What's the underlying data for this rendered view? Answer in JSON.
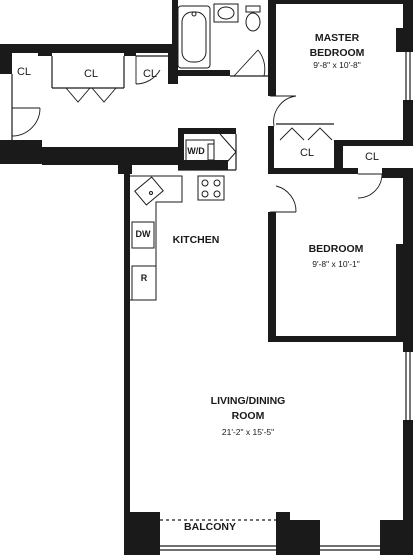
{
  "rooms": {
    "master_bedroom": {
      "name_line1": "MASTER",
      "name_line2": "BEDROOM",
      "dims": "9'-8\" x 10'-8\""
    },
    "bedroom": {
      "name": "BEDROOM",
      "dims": "9'-8\" x 10'-1\""
    },
    "kitchen": {
      "name": "KITCHEN"
    },
    "living_dining": {
      "name_line1": "LIVING/DINING",
      "name_line2": "ROOM",
      "dims": "21'-2\" x 15'-5\""
    },
    "balcony": {
      "name": "BALCONY"
    }
  },
  "closets": {
    "label": "CL"
  },
  "fixtures": {
    "washer_dryer": "W/D",
    "dishwasher": "DW",
    "refrigerator": "R"
  }
}
